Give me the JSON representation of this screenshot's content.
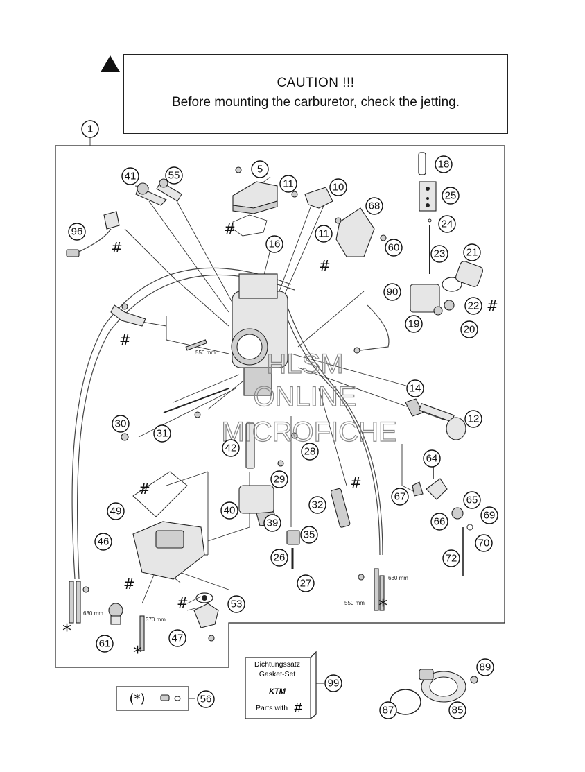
{
  "caution": {
    "title": "CAUTION !!!",
    "text": "Before mounting the carburetor, check the jetting."
  },
  "callouts": [
    "1",
    "5",
    "10",
    "11",
    "11",
    "12",
    "14",
    "16",
    "18",
    "19",
    "20",
    "21",
    "22",
    "23",
    "24",
    "25",
    "26",
    "27",
    "28",
    "29",
    "30",
    "31",
    "32",
    "35",
    "39",
    "40",
    "41",
    "42",
    "46",
    "47",
    "49",
    "53",
    "55",
    "56",
    "60",
    "61",
    "64",
    "65",
    "66",
    "67",
    "68",
    "69",
    "70",
    "72",
    "85",
    "87",
    "89",
    "90",
    "96",
    "99"
  ],
  "dimensions": {
    "d550_top": "550 mm",
    "d630_left": "630 mm",
    "d370": "370 mm",
    "d630_right": "630 mm",
    "d550_right": "550 mm"
  },
  "gasket_set": {
    "line1": "Dichtungssatz",
    "line2": "Gasket-Set",
    "brand": "KTM",
    "parts_with": "Parts with",
    "symbol": "#"
  },
  "legend": {
    "star_group": "(*)"
  },
  "watermark": [
    "HLSM",
    "ONLINE",
    "MICROFICHE"
  ]
}
